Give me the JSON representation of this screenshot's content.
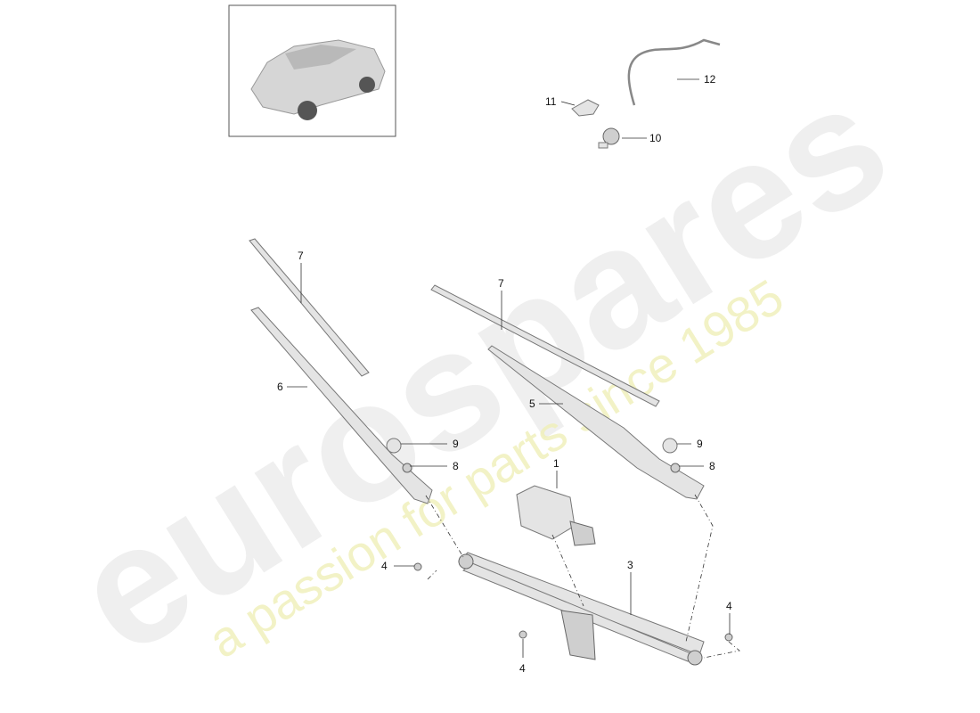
{
  "watermark": {
    "brand": "eurospares",
    "tagline": "a passion for parts since 1985"
  },
  "callouts": {
    "c1": "1",
    "c3": "3",
    "c4a": "4",
    "c4b": "4",
    "c4c": "4",
    "c5": "5",
    "c6": "6",
    "c7a": "7",
    "c7b": "7",
    "c8a": "8",
    "c8b": "8",
    "c9a": "9",
    "c9b": "9",
    "c10": "10",
    "c11": "11",
    "c12": "12"
  }
}
